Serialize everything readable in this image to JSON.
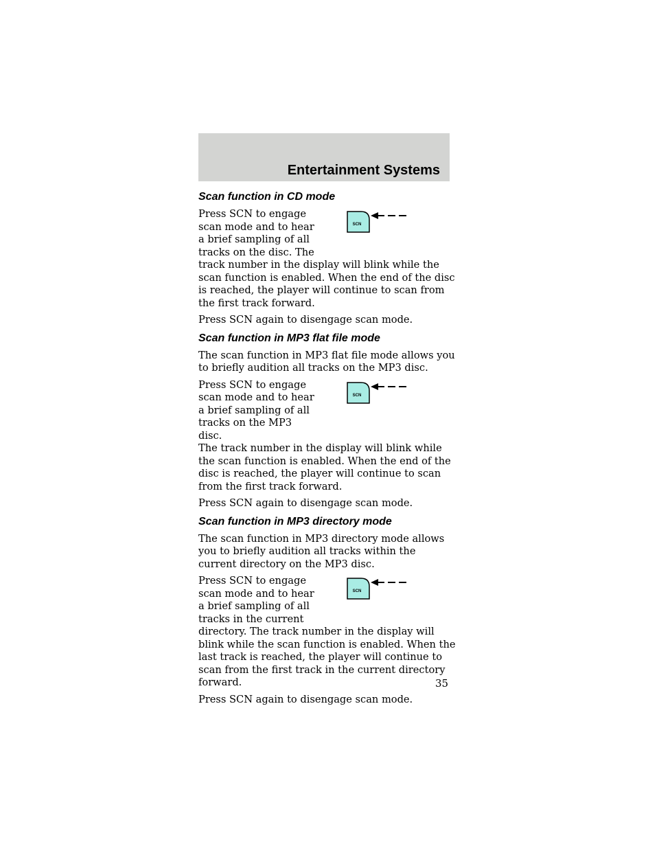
{
  "header": {
    "title": "Entertainment Systems"
  },
  "sections": [
    {
      "heading": "Scan function in CD mode",
      "block": {
        "lines": [
          "Press SCN to engage",
          "scan mode and to hear",
          "a brief sampling of all",
          "tracks on the disc. The"
        ],
        "rest": "track number in the display will blink while the scan function is enabled. When the end of the disc is reached, the player will continue to scan from the first track forward.",
        "button_label": "SCN"
      },
      "closing": "Press SCN again to disengage scan mode."
    },
    {
      "heading": "Scan function in MP3 flat file mode",
      "intro": "The scan function in MP3 flat file mode allows you to briefly audition all tracks on the MP3 disc.",
      "block": {
        "lines": [
          "Press SCN to engage",
          "scan mode and to hear",
          "a brief sampling of all",
          "tracks on the MP3 disc."
        ],
        "rest": "The track number in the display will blink while the scan function is enabled. When the end of the disc is reached, the player will continue to scan from the first track forward.",
        "button_label": "SCN"
      },
      "closing": "Press SCN again to disengage scan mode."
    },
    {
      "heading": "Scan function in MP3 directory mode",
      "intro": "The scan function in MP3 directory mode allows you to briefly audition all tracks within the current directory on the MP3 disc.",
      "block": {
        "lines": [
          "Press SCN to engage",
          "scan mode and to hear",
          "a brief sampling of all",
          "tracks in the current"
        ],
        "rest": "directory. The track number in the display will blink while the scan function is enabled. When the last track is reached, the player will continue to scan from the first track in the current directory forward.",
        "button_label": "SCN"
      },
      "closing": "Press SCN again to disengage scan mode."
    }
  ],
  "page_number": "35",
  "colors": {
    "header_band": "#d3d4d2",
    "button_fill": "#a9ece4"
  }
}
